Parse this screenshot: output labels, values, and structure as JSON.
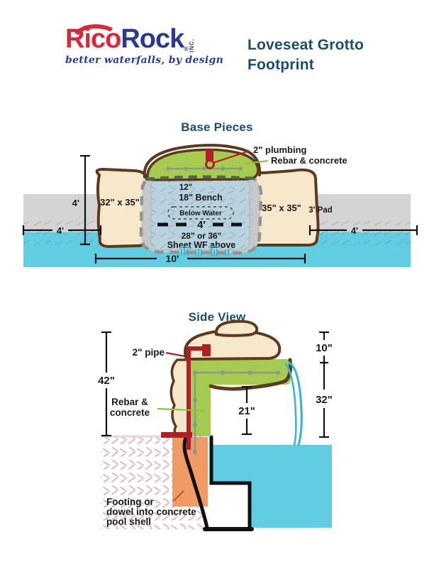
{
  "header": {
    "brand": {
      "part1": "Rico",
      "part2": "Rock",
      "registered": "®",
      "suffix": "INC.",
      "tagline": "better waterfalls, by design"
    },
    "doc_title": {
      "line1": "Loveseat Grotto",
      "line2": "Footprint"
    }
  },
  "base_pieces": {
    "title": "Base Pieces",
    "callouts": {
      "plumbing": "2\" plumbing",
      "rebar": "Rebar & concrete"
    },
    "pieces": {
      "left_rock": "32\" x 35\"",
      "right_rock": "35\" x 35\"",
      "pad": "3' Pad"
    },
    "interior": {
      "top_depth": "12\"",
      "bench": "18\" Bench",
      "below_water": "Below Water",
      "width": "4'",
      "sheet_line1": "28\" or 36\"",
      "sheet_line2": "Sheet WF above"
    },
    "dimensions": {
      "height": "4'",
      "left_offset": "4'",
      "right_offset": "4'",
      "total_width": "10'"
    }
  },
  "side_view": {
    "title": "Side View",
    "callouts": {
      "pipe": "2\" pipe",
      "rebar_line1": "Rebar &",
      "rebar_line2": "concrete",
      "footing_line1": "Footing or",
      "footing_line2": "dowel into concrete",
      "footing_line3": "pool shell"
    },
    "dimensions": {
      "total_height": "42\"",
      "cap_to_spout": "10\"",
      "spout_to_water": "32\"",
      "bench_height": "21\""
    }
  },
  "colors": {
    "accent_red": "#d6293b",
    "brand_navy": "#2b3990",
    "heading_navy": "#1d4b6e",
    "concrete_green": "#a5cb50",
    "water_cyan": "#60cde2",
    "footing_orange": "#f09a66",
    "rock_tan": "#f7e7cb",
    "outline_brown": "#5c3a1d"
  }
}
